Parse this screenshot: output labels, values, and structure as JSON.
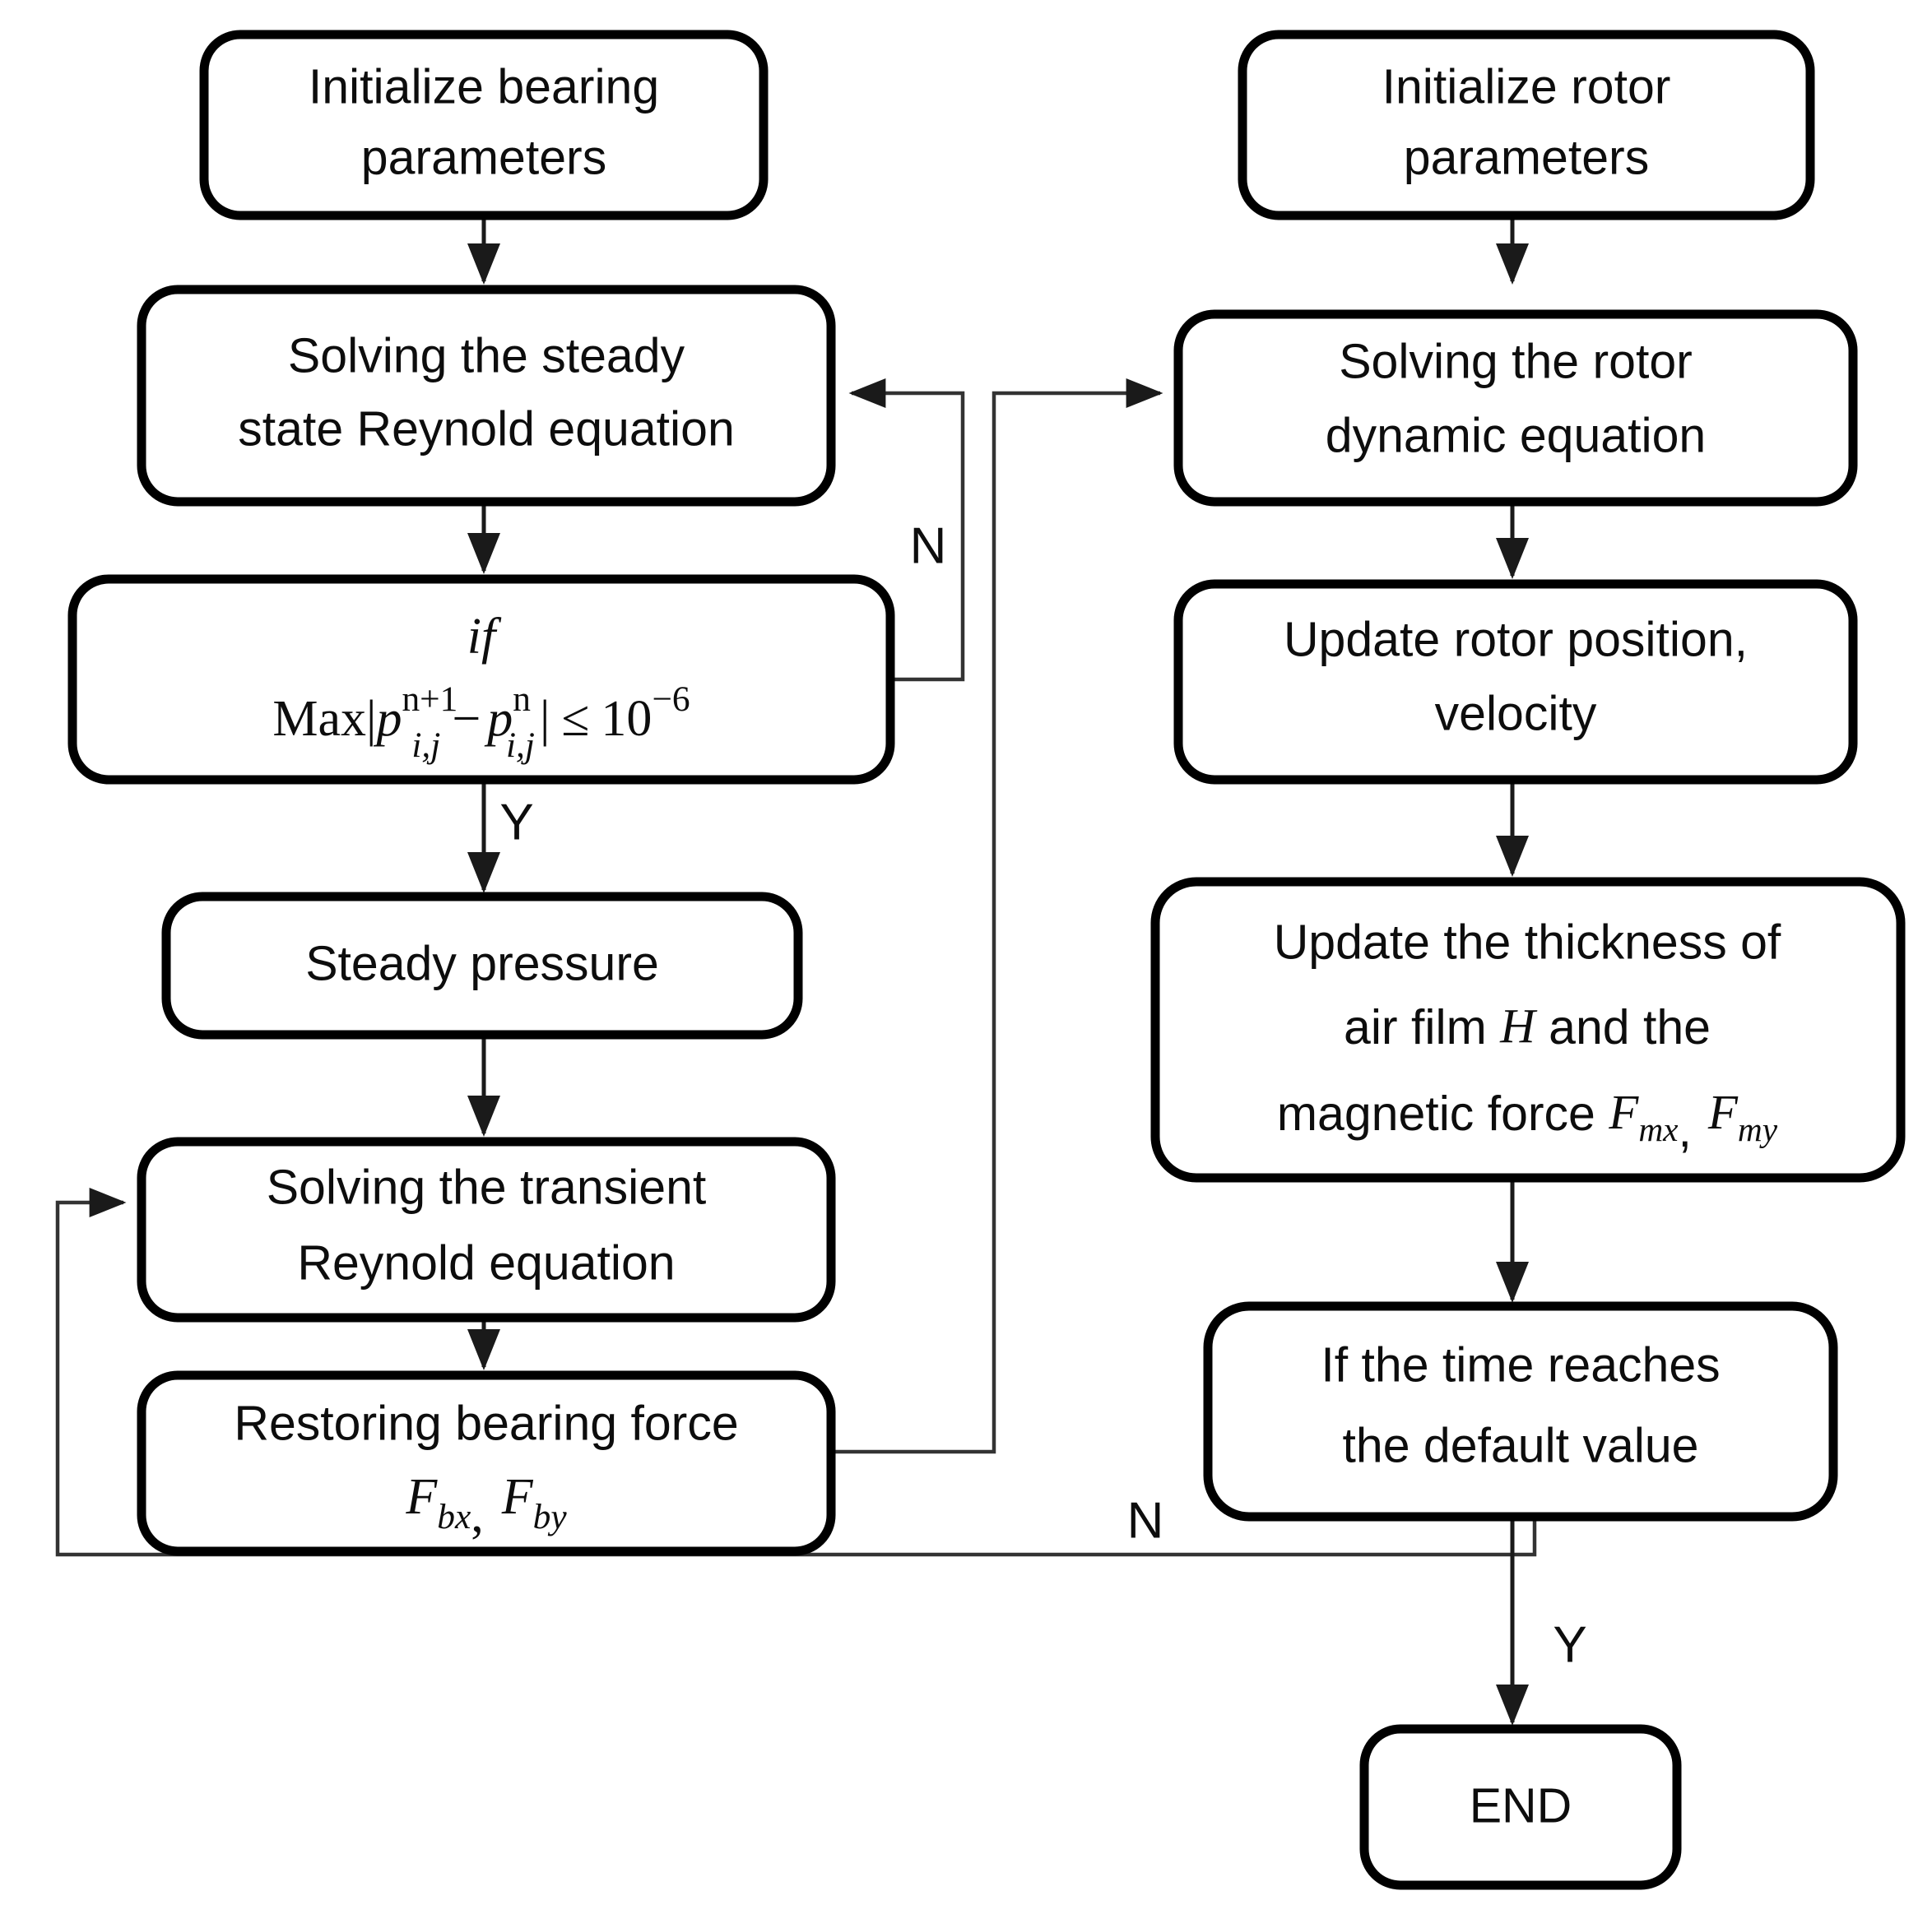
{
  "diagram": {
    "title": "Simulation flowchart for coupled gas bearing and rotor dynamics",
    "type": "flowchart",
    "background_color": "#ffffff",
    "line_color": "#1a1a1a",
    "box_stroke_color": "#000000",
    "box_fill_color": "#ffffff"
  },
  "nodes": {
    "init_bearing": {
      "id": "init_bearing",
      "lines": [
        "Initialize bearing",
        "parameters"
      ],
      "line1": "Initialize bearing",
      "line2": "parameters"
    },
    "steady_reynold": {
      "id": "steady_reynold",
      "lines": [
        "Solving the steady",
        "state Reynold equation"
      ],
      "line1": "Solving the steady",
      "line2": "state Reynold equation"
    },
    "if_converge": {
      "id": "if_converge",
      "keyword": "if",
      "formula_plain": "Max|p_{i,j}^{n+1} - p_{i,j}^{n}| ≤ 10^{-6}",
      "formula_prefix": "Max|",
      "formula_p1_base": "p",
      "formula_p1_sup": "n+1",
      "formula_p1_sub": "i,j",
      "formula_minus": "−",
      "formula_p2_base": "p",
      "formula_p2_sup": "n",
      "formula_p2_sub": "i,j",
      "formula_bar": "|",
      "formula_leq": "≤",
      "formula_ten": "10",
      "formula_exp": "−6"
    },
    "steady_pressure": {
      "id": "steady_pressure",
      "lines": [
        "Steady pressure"
      ],
      "line1": "Steady pressure"
    },
    "transient_reynold": {
      "id": "transient_reynold",
      "lines": [
        "Solving the transient",
        "Reynold equation"
      ],
      "line1": "Solving the transient",
      "line2": "Reynold equation"
    },
    "restoring_force": {
      "id": "restoring_force",
      "lines": [
        "Restoring bearing force",
        "F_bx, F_by"
      ],
      "line1": "Restoring bearing force",
      "f_symbol": "F",
      "f_sub_x": "bx",
      "f_comma": ",",
      "f_symbol2": "F",
      "f_sub_y": "by"
    },
    "init_rotor": {
      "id": "init_rotor",
      "lines": [
        "Initialize rotor",
        "parameters"
      ],
      "line1": "Initialize rotor",
      "line2": "parameters"
    },
    "rotor_dynamic": {
      "id": "rotor_dynamic",
      "lines": [
        "Solving the rotor",
        "dynamic equation"
      ],
      "line1": "Solving the rotor",
      "line2": "dynamic equation"
    },
    "update_rotor": {
      "id": "update_rotor",
      "lines": [
        "Update rotor position,",
        "velocity"
      ],
      "line1": "Update rotor position,",
      "line2": "velocity"
    },
    "update_thickness": {
      "id": "update_thickness",
      "lines": [
        "Update the thickness of",
        "air film H and the",
        "magnetic force F_mx, F_my"
      ],
      "line1": "Update the thickness of",
      "line2a": "air film ",
      "line2_H": "H",
      "line2b": " and the",
      "line3a": "magnetic force ",
      "line3_F1": "F",
      "line3_sub1": "mx",
      "line3_comma": ",",
      "line3_F2": "F",
      "line3_sub2": "my"
    },
    "time_check": {
      "id": "time_check",
      "lines": [
        "If the time reaches",
        "the default value"
      ],
      "line1": "If the time reaches",
      "line2": "the default value"
    },
    "end": {
      "id": "end",
      "lines": [
        "END"
      ],
      "line1": "END"
    }
  },
  "branch_labels": {
    "converge_no": "N",
    "converge_yes": "Y",
    "time_no": "N",
    "time_yes": "Y"
  }
}
